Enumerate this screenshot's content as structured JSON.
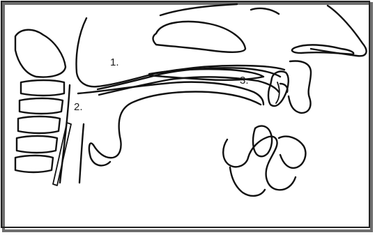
{
  "diagram": {
    "labels": [
      {
        "id": "nasopharynx",
        "text": "1."
      },
      {
        "id": "oropharynx",
        "text": "2."
      },
      {
        "id": "soft-palate",
        "text": "3."
      }
    ]
  },
  "colors": {
    "line": "#111111",
    "background": "#ffffff",
    "frame_shadow": "#6e6e6e"
  }
}
